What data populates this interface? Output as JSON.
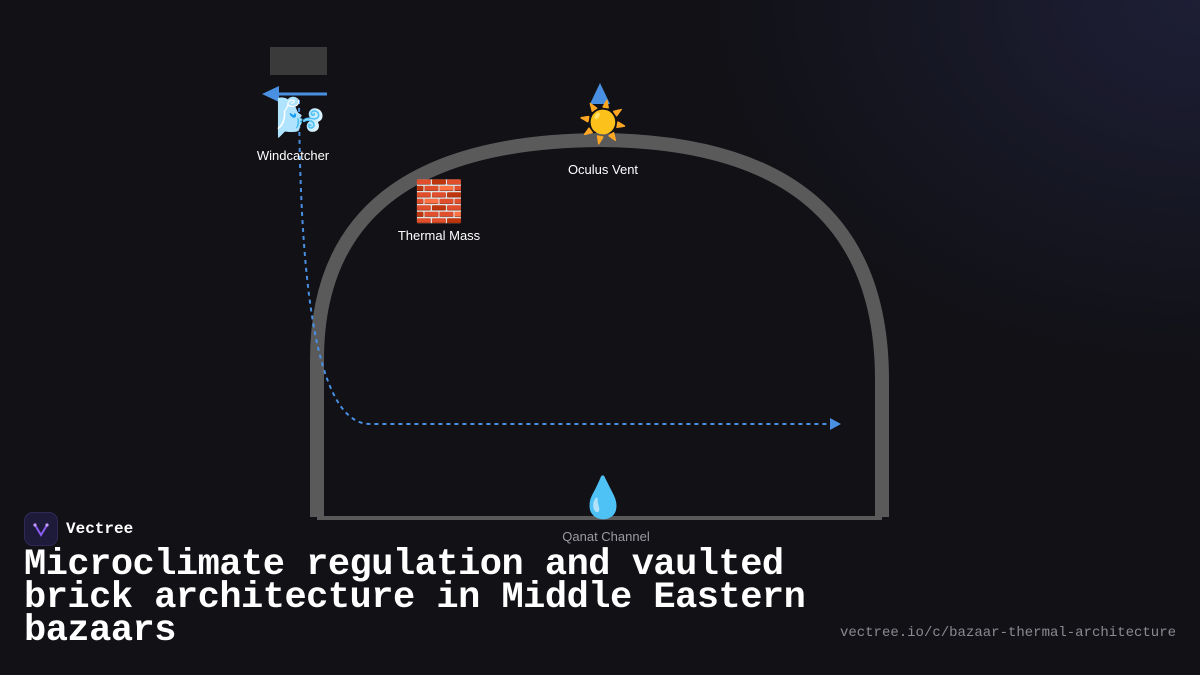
{
  "diagram": {
    "nodes": {
      "windcatcher": {
        "label": "Windcatcher",
        "icon": "wind-face-icon"
      },
      "oculus": {
        "label": "Oculus Vent",
        "icon": "sun-icon"
      },
      "thermal_mass": {
        "label": "Thermal Mass",
        "icon": "brick-icon"
      },
      "qanat": {
        "label": "Qanat Channel",
        "icon": "droplet-icon"
      }
    },
    "colors": {
      "structure": "#5a5a5a",
      "airflow": "#4a90e2",
      "tower": "#3a3a3a"
    }
  },
  "brand": {
    "name": "Vectree"
  },
  "title": "Microclimate regulation and vaulted brick architecture in Middle Eastern bazaars",
  "url": "vectree.io/c/bazaar-thermal-architecture"
}
